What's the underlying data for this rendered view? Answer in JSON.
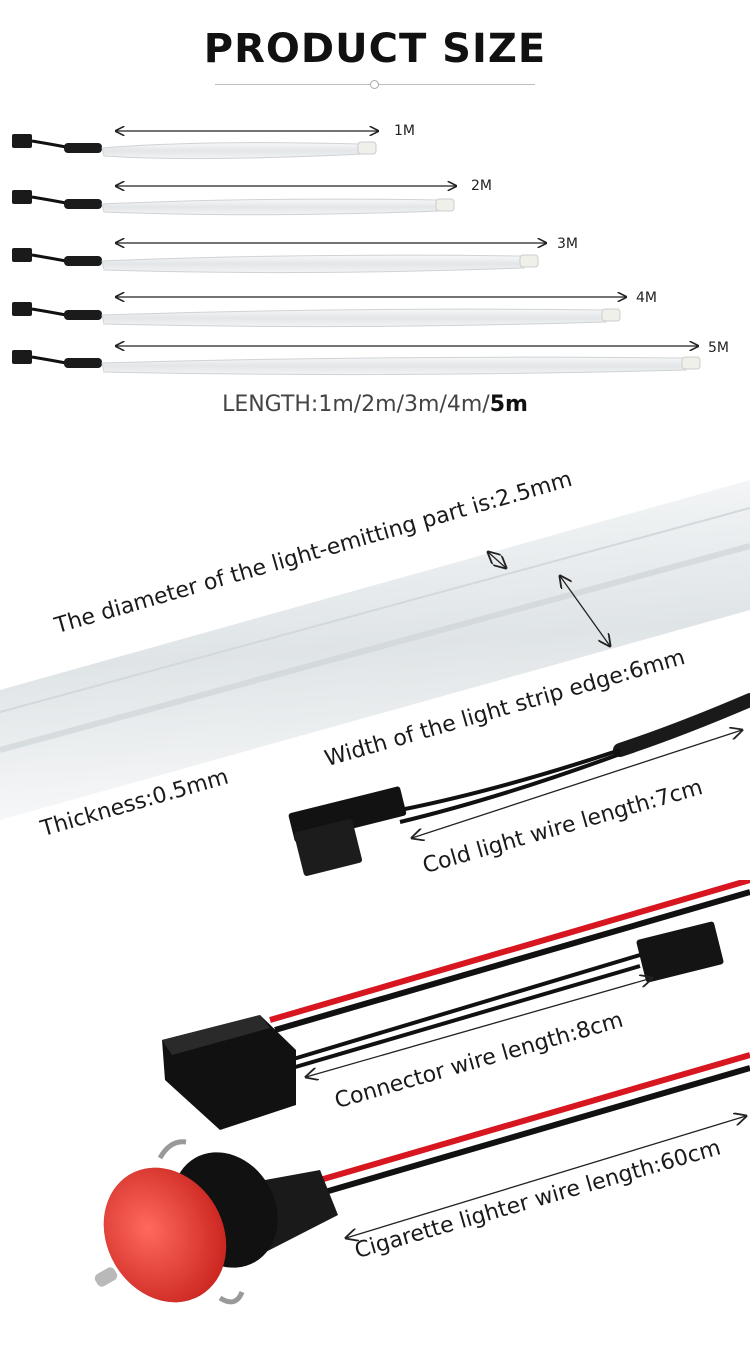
{
  "header": {
    "title": "PRODUCT SIZE"
  },
  "lengths": {
    "labels": [
      "1M",
      "2M",
      "3M",
      "4M",
      "5M"
    ],
    "summary_prefix": "LENGTH:1m/2m/3m/4m/",
    "summary_emphasis": "5m"
  },
  "annotations": {
    "diameter": "The diameter of the light-emitting part is:2.5mm",
    "width": "Width of the light strip edge:6mm",
    "thickness": "Thickness:0.5mm",
    "cold_light_wire": "Cold light wire length:7cm",
    "connector_wire": "Connector wire length:8cm",
    "cigarette_wire": "Cigarette lighter wire length:60cm"
  },
  "colors": {
    "wire_red": "#d8161f",
    "wire_black": "#111111",
    "strip": "#eef1f3",
    "plug_red": "#e5332a"
  }
}
